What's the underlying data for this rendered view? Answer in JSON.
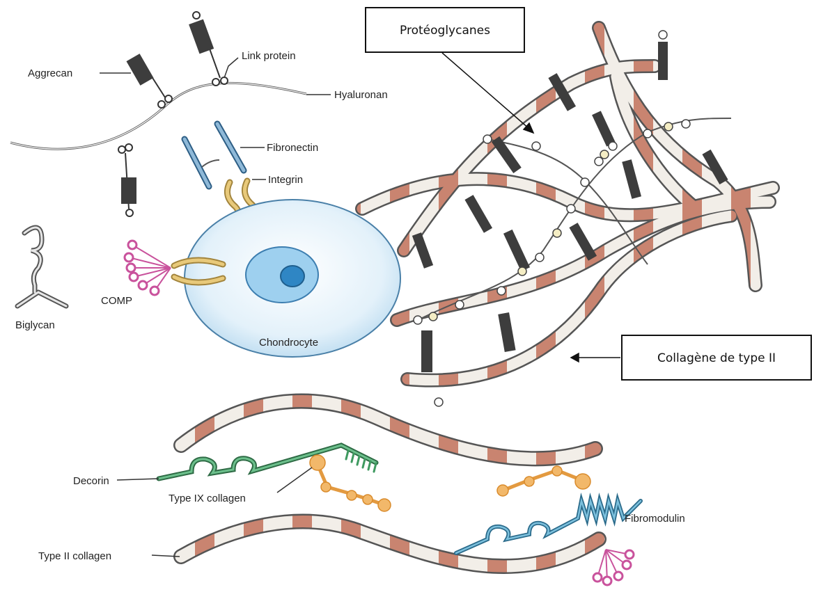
{
  "labels": {
    "aggrecan": "Aggrecan",
    "link_protein": "Link protein",
    "hyaluronan": "Hyaluronan",
    "fibronectin": "Fibronectin",
    "integrin": "Integrin",
    "biglycan": "Biglycan",
    "comp": "COMP",
    "chondrocyte": "Chondrocyte",
    "decorin": "Decorin",
    "type_ix_collagen": "Type IX collagen",
    "fibromodulin": "Fibromodulin",
    "type_ii_collagen": "Type II collagen"
  },
  "callouts": {
    "proteoglycanes": "Protéoglycanes",
    "collagene_type_ii": "Collagène de type II"
  },
  "colors": {
    "collagen_band": "#c98470",
    "collagen_fill": "#f2eee8",
    "cell_fill": "#cfe6f5",
    "nucleus": "#6fb0dc",
    "integrin": "#e8c97a",
    "comp": "#d877b6",
    "fibronectin": "#5b8fb7",
    "decorin": "#4a9a6a",
    "type_ix": "#efb060",
    "fibromodulin": "#4e94b4",
    "proteoglycan": "#3a3a3a"
  }
}
